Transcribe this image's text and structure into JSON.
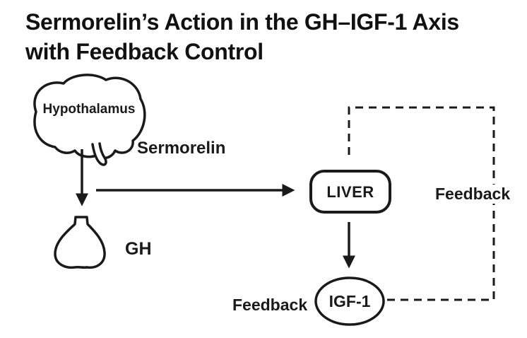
{
  "title": {
    "line1": "Sermorelin’s Action in the GH–IGF-1 Axis",
    "line2": "with Feedback Control"
  },
  "diagram": {
    "nodes": {
      "hypothalamus": {
        "label": "Hypothalamus",
        "shape": "brain-outline"
      },
      "gh": {
        "label": "GH",
        "shape": "gland-flask-outline"
      },
      "liver": {
        "label": "LIVER",
        "shape": "rounded-rectangle"
      },
      "igf1": {
        "label": "IGF-1",
        "shape": "ellipse"
      }
    },
    "edge_labels": {
      "sermorelin": "Sermorelin",
      "feedback_right": "Feedback",
      "feedback_left": "Feedback"
    },
    "colors": {
      "ink": "#1a1a1a",
      "background": "#ffffff"
    }
  }
}
